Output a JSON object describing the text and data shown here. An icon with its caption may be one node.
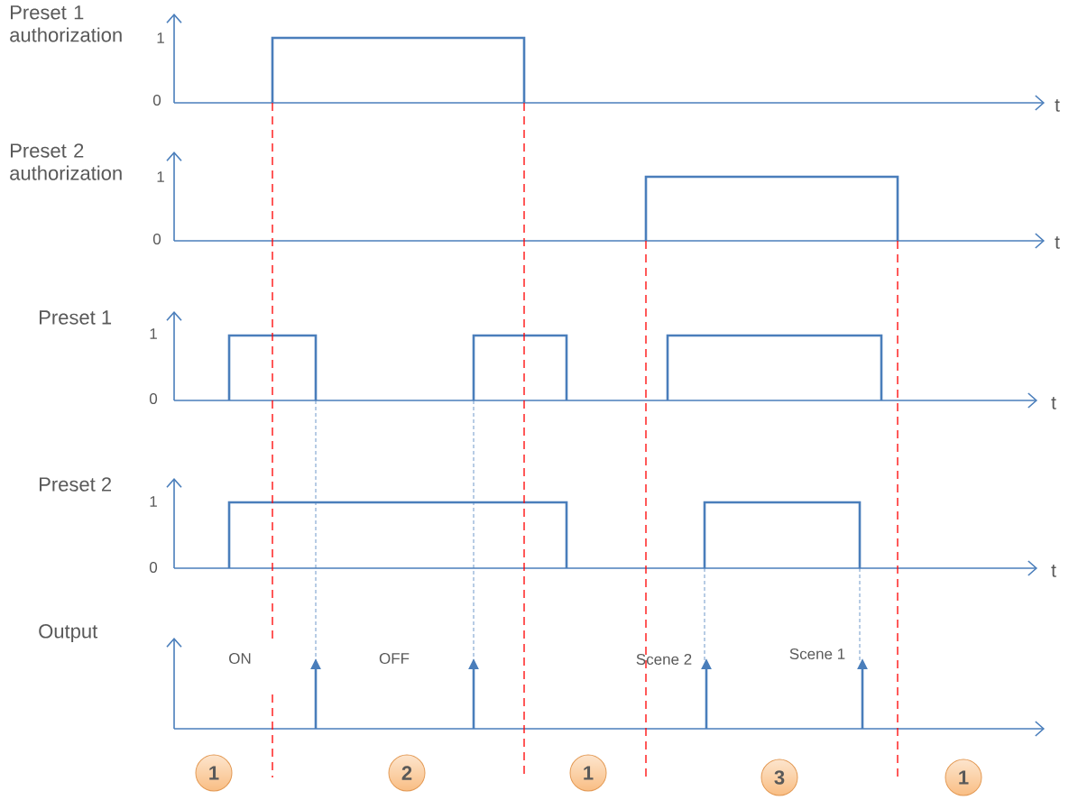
{
  "diagram": {
    "nodes": [
      {
        "text": [
          "1"
        ]
      },
      {
        "text": [
          "2"
        ]
      },
      {
        "text": [
          "1"
        ]
      },
      {
        "text": [
          "3"
        ]
      },
      {
        "text": [
          "1"
        ]
      }
    ],
    "labels": [
      "Preset 1 authorization",
      "1",
      "0",
      "t",
      "Preset 2 authorization",
      "1",
      "0",
      "t",
      "Preset 1",
      "1",
      "0",
      "t",
      "Preset 2",
      "1",
      "0",
      "t",
      "Output",
      "ON",
      "OFF",
      "Scene 2",
      "Scene 1"
    ]
  }
}
